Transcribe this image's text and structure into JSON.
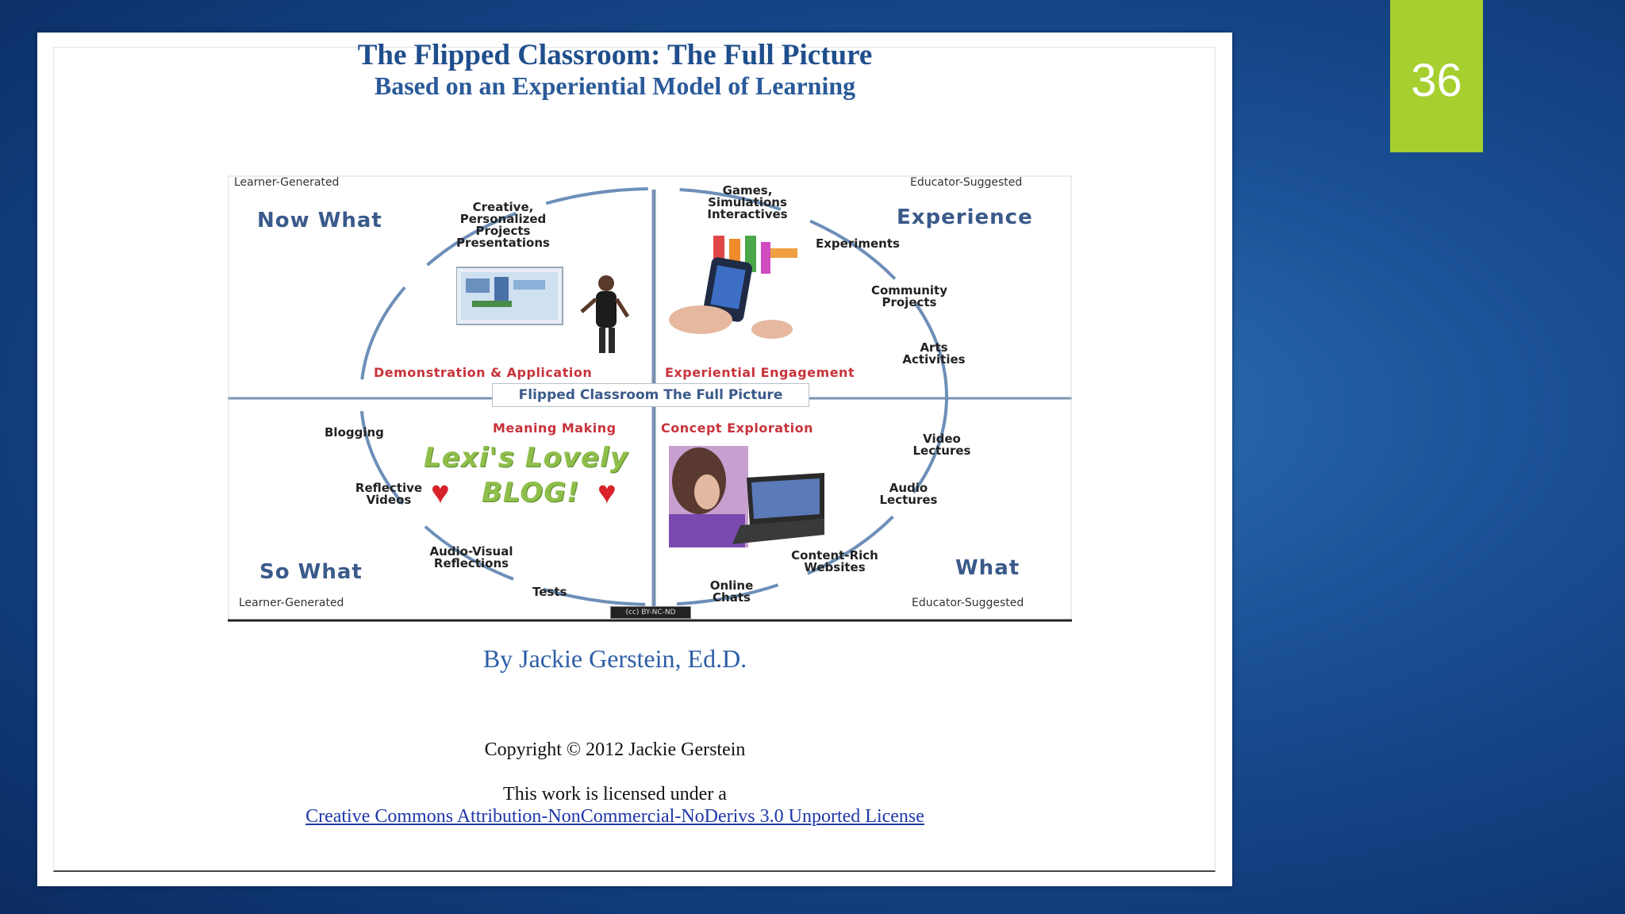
{
  "slide": {
    "number": "36",
    "accent_color": "#a6cf2f"
  },
  "card": {
    "title": "The Flipped Classroom: The Full Picture",
    "subtitle": "Based on an Experiential Model of Learning",
    "byline": "By Jackie Gerstein, Ed.D.",
    "copyright": "Copyright © 2012 Jackie Gerstein",
    "license_text": "This work is licensed under a",
    "license_link": "Creative Commons Attribution-NonCommercial-NoDerivs 3.0 Unported License"
  },
  "diagram": {
    "corners": {
      "top_left": "Learner-Generated",
      "top_right": "Educator-Suggested",
      "bottom_left": "Learner-Generated",
      "bottom_right": "Educator-Suggested"
    },
    "quadrants": {
      "now_what": "Now What",
      "experience": "Experience",
      "so_what": "So What",
      "what": "What"
    },
    "center_label": "Flipped Classroom The Full Picture",
    "phases": {
      "demonstration": "Demonstration & Application",
      "experiential": "Experiential Engagement",
      "meaning": "Meaning Making",
      "concept": "Concept Exploration"
    },
    "items": {
      "creative": "Creative, Personalized Projects Presentations",
      "games": "Games, Simulations Interactives",
      "experiments": "Experiments",
      "community": "Community Projects",
      "arts": "Arts Activities",
      "video_lectures": "Video Lectures",
      "audio_lectures": "Audio Lectures",
      "content_rich": "Content-Rich Websites",
      "online_chats": "Online Chats",
      "tests": "Tests",
      "av_reflections": "Audio-Visual Reflections",
      "reflective_videos": "Reflective Videos",
      "blogging": "Blogging"
    },
    "blog_line1": "Lexi's Lovely",
    "blog_line2": "BLOG!",
    "badge": "(cc) BY-NC-ND"
  }
}
